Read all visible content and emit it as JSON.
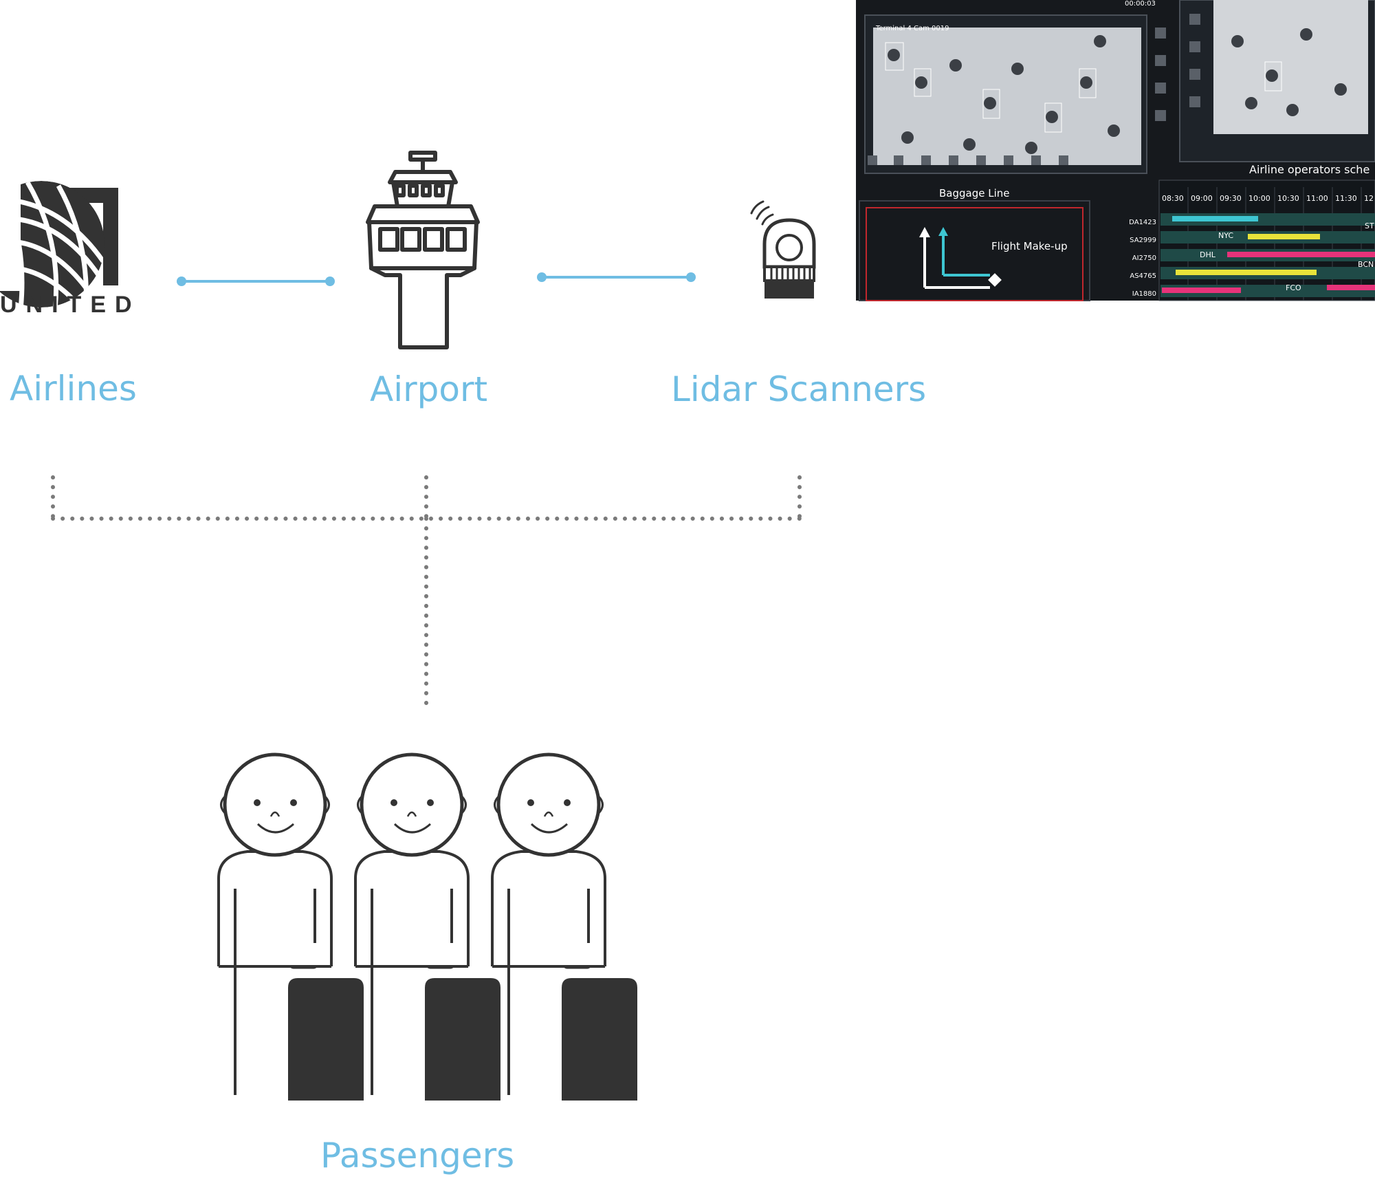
{
  "labels": {
    "airlines": "Airlines",
    "airport": "Airport",
    "lidar": "Lidar Scanners",
    "passengers": "Passengers"
  },
  "logo_text": "UNITED",
  "colors": {
    "accent": "#6fbde3",
    "icon": "#333333",
    "connector": "#6fbde3",
    "dotted": "#7a7a7a"
  },
  "screen": {
    "camera_label": "Terminal 4 Cam 0019",
    "timecode": "00:00:03",
    "baggage_title": "Baggage Line",
    "flight_makeup": "Flight Make-up",
    "schedule_title": "Airline operators sche",
    "times": [
      "08:30",
      "09:00",
      "09:30",
      "10:00",
      "10:30",
      "11:00",
      "11:30",
      "12"
    ],
    "flights": [
      "DA1423",
      "SA2999",
      "AI2750",
      "AS4765",
      "IA1880"
    ],
    "destinations": [
      "NYC",
      "DHL",
      "FCO",
      "ST",
      "BCN"
    ]
  }
}
